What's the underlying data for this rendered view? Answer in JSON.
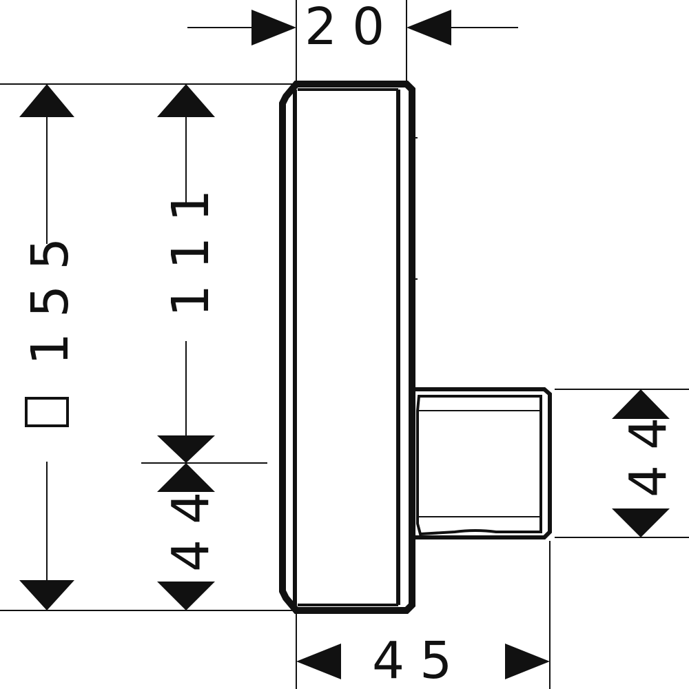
{
  "dimensions": {
    "top_width": "20",
    "bottom_width": "45",
    "overall_height": "155",
    "square_symbol": "□",
    "upper_height": "111",
    "lower_height_left": "44",
    "lower_height_right": "44"
  },
  "colors": {
    "ink": "#111111",
    "background": "#ffffff"
  }
}
